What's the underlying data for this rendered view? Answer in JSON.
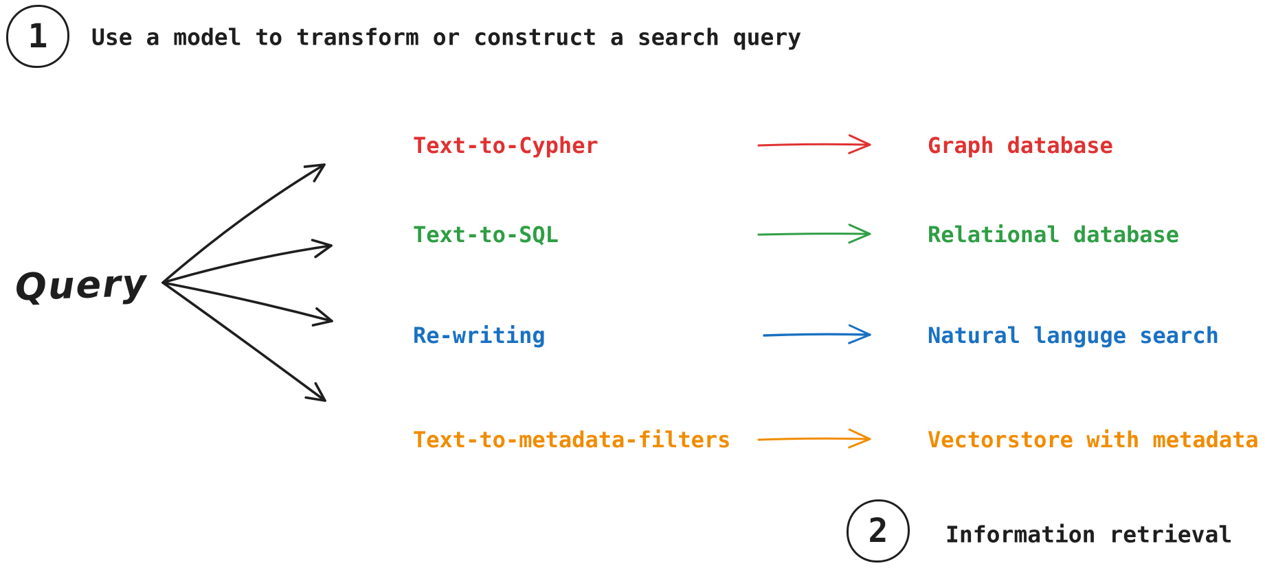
{
  "meta": {
    "background": "#ffffff",
    "ink": "#1e1e1e"
  },
  "steps": [
    {
      "number": "1",
      "label": "Use a model to transform or construct a search query"
    },
    {
      "number": "2",
      "label": "Information retrieval"
    }
  ],
  "query": {
    "label": "Query"
  },
  "rows": [
    {
      "method": "Text-to-Cypher",
      "target": "Graph database",
      "color": "#e03131"
    },
    {
      "method": "Text-to-SQL",
      "target": "Relational database",
      "color": "#2f9e44"
    },
    {
      "method": "Re-writing",
      "target": "Natural languge search",
      "color": "#1971c2"
    },
    {
      "method": "Text-to-metadata-filters",
      "target": "Vectorstore with metadata",
      "color": "#f08c00"
    }
  ]
}
